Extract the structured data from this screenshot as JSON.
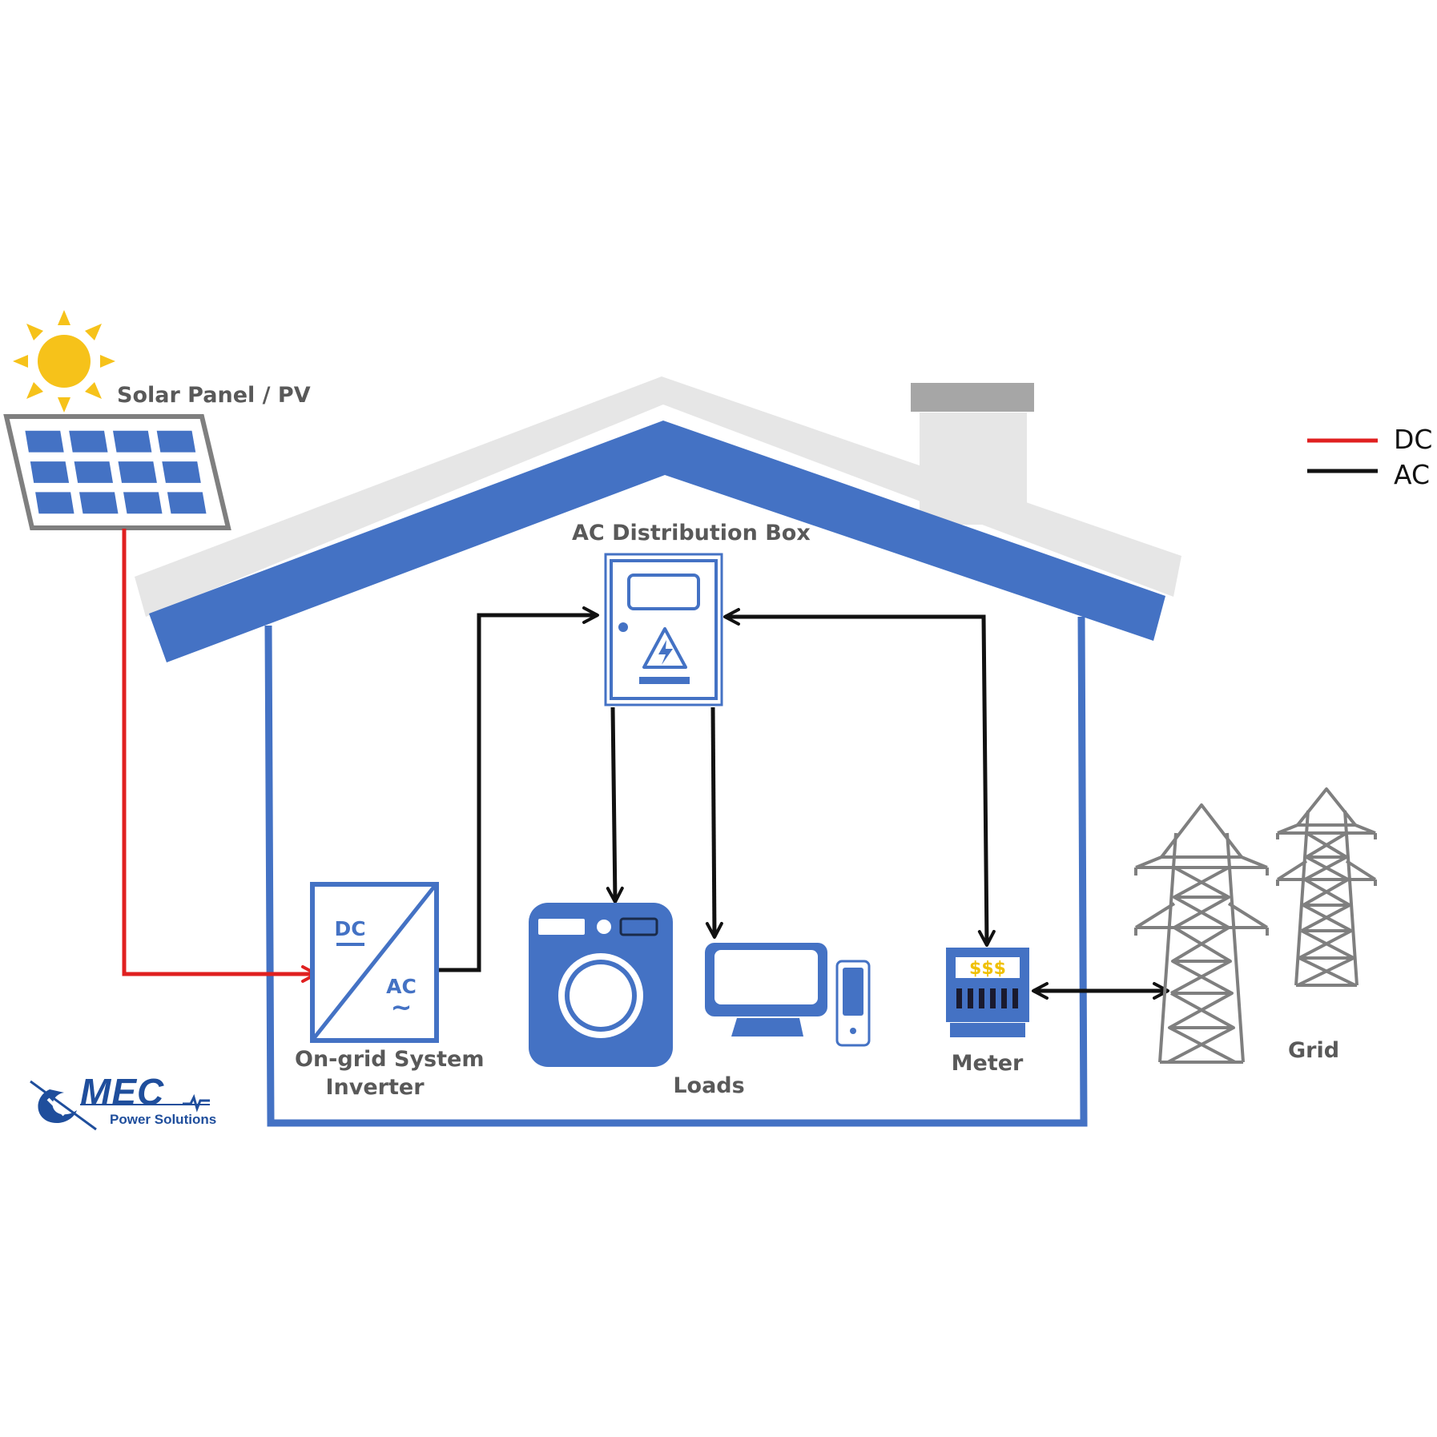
{
  "labels": {
    "solar": "Solar Panel / PV",
    "distribution": "AC Distribution Box",
    "inverter_line1": "On-grid System",
    "inverter_line2": "Inverter",
    "loads": "Loads",
    "meter": "Meter",
    "grid": "Grid"
  },
  "inverter_icon": {
    "dc": "DC",
    "ac": "AC",
    "wave": "~"
  },
  "meter_icon": {
    "display": "$$$"
  },
  "legend": [
    {
      "label": "DC",
      "color": "#e02020"
    },
    {
      "label": "AC",
      "color": "#111111"
    }
  ],
  "logo": {
    "brand": "MEC",
    "sub": "Power Solutions"
  },
  "colors": {
    "house_blue": "#4472c4",
    "roof_grey": "#e6e6e6",
    "chimney_cap": "#a6a6a6",
    "dc_line": "#e02020",
    "ac_line": "#111111",
    "sun": "#f6c21a",
    "tower": "#7f7f7f",
    "meter_display_text": "#f0c000"
  }
}
